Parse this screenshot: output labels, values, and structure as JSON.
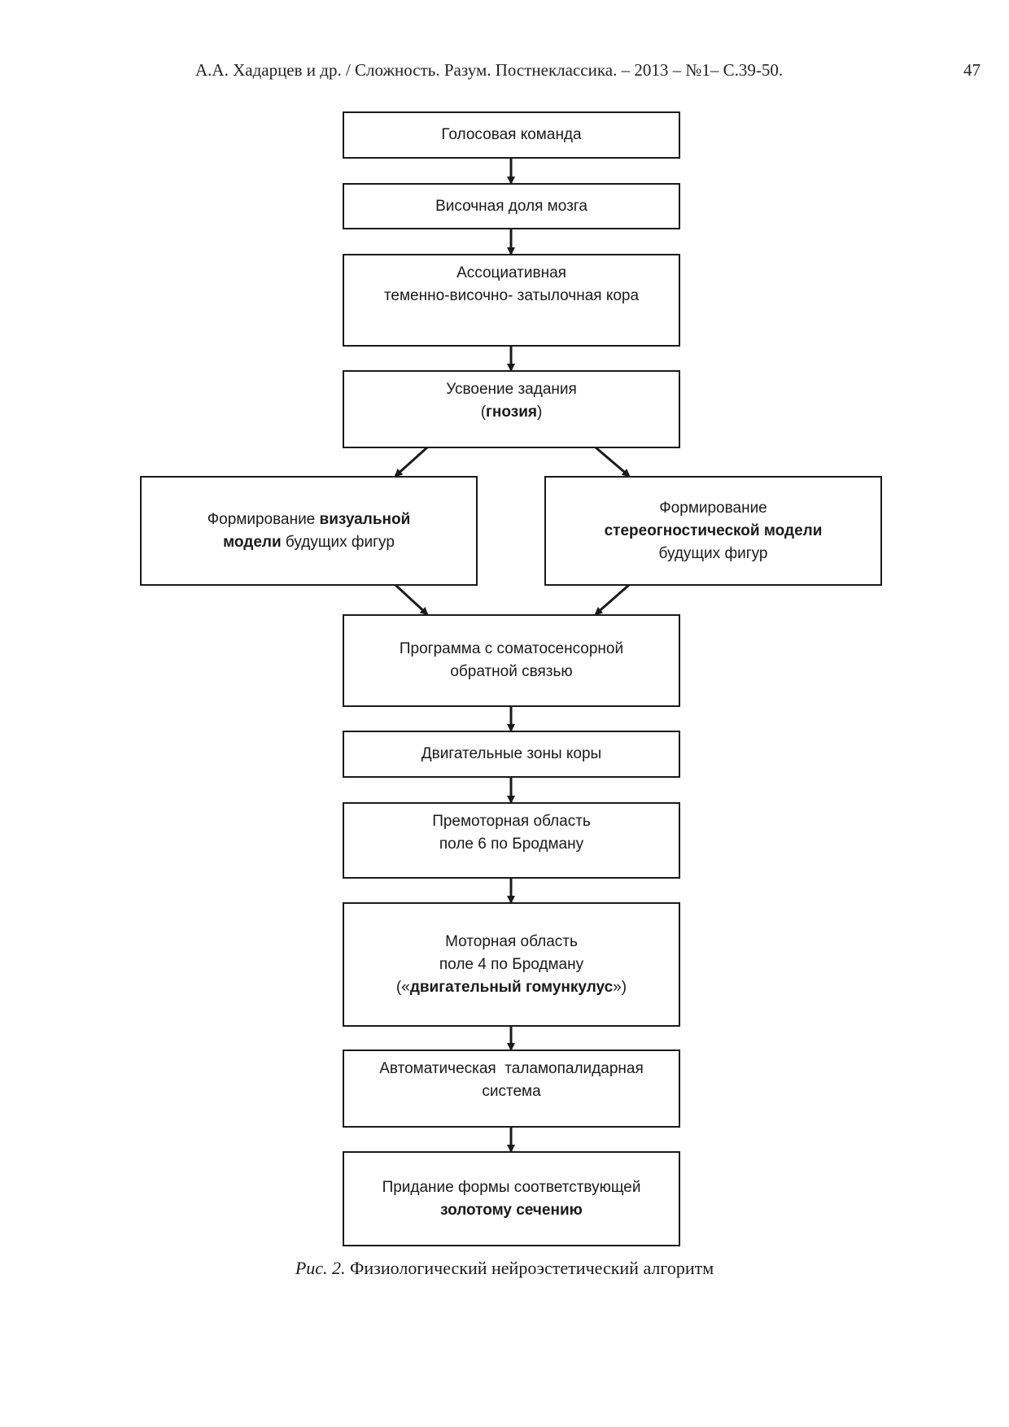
{
  "header": {
    "citation": "А.А. Хадарцев и др. / Сложность. Разум. Постнеклассика. – 2013 – №1– С.39-50.",
    "page_number": "47"
  },
  "nodes": {
    "voice_command": {
      "l1": "Голосовая команда"
    },
    "temporal_lobe": {
      "l1": "Височная доля мозга"
    },
    "associative_cortex": {
      "l1": "Ассоциативная",
      "l2": "теменно-височно- затылочная кора"
    },
    "task_learning": {
      "l1": "Усвоение задания",
      "l2_pre": "(",
      "l2_bold": "гнозия",
      "l2_post": ")"
    },
    "visual_model": {
      "l1_pre": "Формирование ",
      "l1_bold": "визуальной",
      "l2_bold": "модели",
      "l2_post": " будущих фигур"
    },
    "stereognostic_model": {
      "l1": "Формирование",
      "l2_bold": "стереогностической модели",
      "l3": "будущих фигур"
    },
    "somatosensory_program": {
      "l1": "Программа с соматосенсорной",
      "l2": "обратной связью"
    },
    "motor_zones": {
      "l1": "Двигательные зоны коры"
    },
    "premotor_area": {
      "l1": "Премоторная область",
      "l2": "поле 6 по Бродману"
    },
    "motor_area": {
      "l1": "Моторная область",
      "l2": "поле 4 по Бродману",
      "l3_pre": "(«",
      "l3_bold": "двигательный гомункулус",
      "l3_post": "»)"
    },
    "thalamopallidar": {
      "l1": "Автоматическая  таламопалидарная",
      "l2": "система"
    },
    "golden_section": {
      "l1": "Придание формы соответствующей",
      "l2_bold": "золотому сечению"
    }
  },
  "caption": {
    "label": "Рис. 2.",
    "text": " Физиологический нейроэстетический алгоритм"
  }
}
